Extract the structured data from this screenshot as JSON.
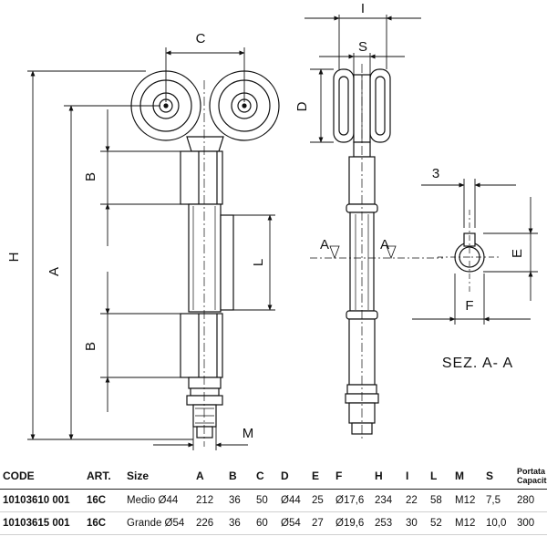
{
  "labels": {
    "C": "C",
    "I": "I",
    "S": "S",
    "D": "D",
    "B_top": "B",
    "B_bottom": "B",
    "H": "H",
    "A": "A",
    "L": "L",
    "M": "M",
    "E": "E",
    "F": "F",
    "three": "3",
    "sec_mark_left": "A",
    "sec_mark_right": "A",
    "section_title": "SEZ. A- A"
  },
  "table": {
    "headers": [
      "CODE",
      "ART.",
      "Size",
      "A",
      "B",
      "C",
      "D",
      "E",
      "F",
      "H",
      "I",
      "L",
      "M",
      "S"
    ],
    "capacity_header": [
      "Portata",
      "Capacit"
    ],
    "rows": [
      [
        "10103610 001",
        "16C",
        "Medio Ø44",
        "212",
        "36",
        "50",
        "Ø44",
        "25",
        "Ø17,6",
        "234",
        "22",
        "58",
        "M12",
        "7,5",
        "280"
      ],
      [
        "10103615 001",
        "16C",
        "Grande Ø54",
        "226",
        "36",
        "60",
        "Ø54",
        "27",
        "Ø19,6",
        "253",
        "30",
        "52",
        "M12",
        "10,0",
        "300"
      ]
    ]
  }
}
